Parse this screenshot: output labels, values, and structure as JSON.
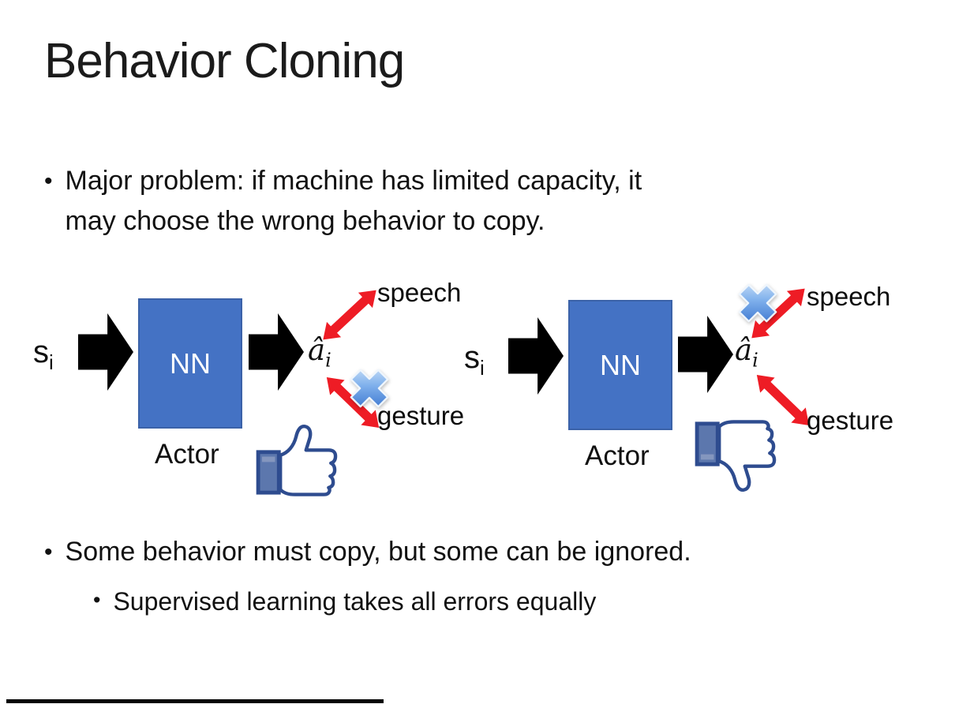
{
  "slide": {
    "title": "Behavior Cloning",
    "marker": "•",
    "bullets": {
      "b1_line1": "Major problem: if machine has limited capacity, it",
      "b1_line2": "may choose the wrong behavior to copy.",
      "b2": "Some behavior must copy, but some can be ignored.",
      "b2_sub": "Supervised learning takes all errors equally"
    }
  },
  "diagram_left": {
    "input_base": "s",
    "input_sub": "i",
    "nn_label": "NN",
    "output_base": "â",
    "output_sub": "i",
    "speech_label": "speech",
    "gesture_label": "gesture",
    "actor_label": "Actor",
    "crossed_out": "gesture",
    "feedback_icon": "thumbs-up-icon"
  },
  "diagram_right": {
    "input_base": "s",
    "input_sub": "i",
    "nn_label": "NN",
    "output_base": "â",
    "output_sub": "i",
    "speech_label": "speech",
    "gesture_label": "gesture",
    "actor_label": "Actor",
    "crossed_out": "speech",
    "feedback_icon": "thumbs-down-icon"
  },
  "colors": {
    "nn_fill": "#4472C4",
    "nn_border": "#3B62A8",
    "block_arrow": "#000000",
    "double_arrow_red": "#EE1C25",
    "cross_blue_light": "#DCEBFA",
    "cross_blue_dark": "#2B68C8",
    "thumb_outline": "#2E4C8F",
    "thumb_cuff": "#5C77AD",
    "progress_bar": "#060606"
  }
}
